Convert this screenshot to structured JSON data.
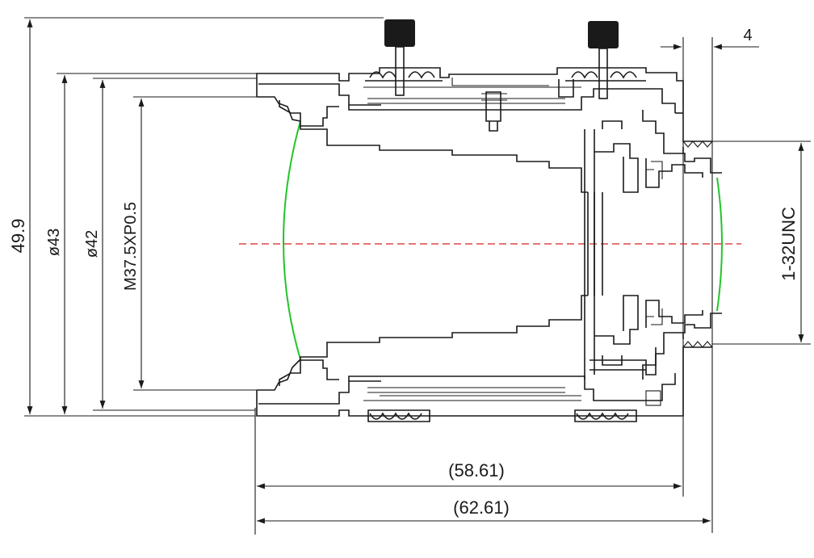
{
  "drawing": {
    "dimensions": {
      "overall_height": "49.9",
      "outer_diameter": "ø43",
      "body_diameter": "ø42",
      "filter_thread": "M37.5XP0.5",
      "mount_thread": "1-32UNC",
      "flange_depth": "4",
      "length_short": "(58.61)",
      "length_long": "(62.61)"
    },
    "colors": {
      "lens_surface": "#22c42a",
      "optical_axis": "#d42020",
      "outline": "#1a1a1a"
    }
  }
}
